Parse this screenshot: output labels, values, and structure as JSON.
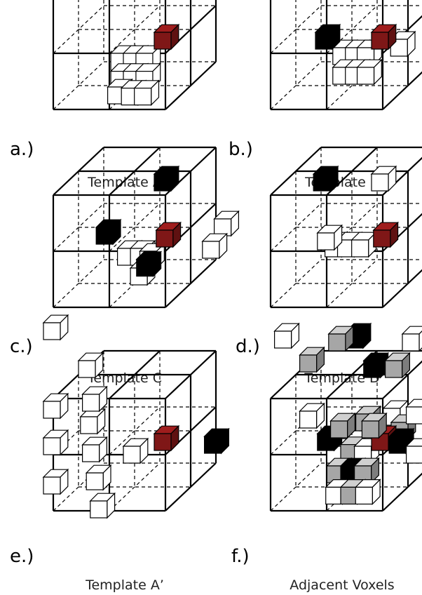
{
  "panels": [
    {
      "letter": "a.)",
      "caption": "Template A",
      "cubes": [
        {
          "fill": "white",
          "face": [
            0,
            0,
            2
          ],
          "u": 0.18,
          "v": 0.3
        },
        {
          "fill": "white",
          "face": [
            0,
            0,
            2
          ],
          "u": 0.5,
          "v": 0.3
        },
        {
          "fill": "white",
          "face": [
            0,
            0,
            2
          ],
          "u": 0.82,
          "v": 0.3
        },
        {
          "fill": "white",
          "face": [
            0,
            0,
            2
          ],
          "u": 0.18,
          "v": 0.62
        },
        {
          "fill": "white",
          "face": [
            0,
            0,
            2
          ],
          "u": 0.5,
          "v": 0.62
        },
        {
          "fill": "white",
          "face": [
            0,
            0,
            2
          ],
          "u": 0.82,
          "v": 0.62
        },
        {
          "fill": "white",
          "face": [
            0,
            0,
            2
          ],
          "u": 0.1,
          "v": 0.9
        },
        {
          "fill": "white",
          "face": [
            0,
            0,
            2
          ],
          "u": 0.45,
          "v": 0.92
        },
        {
          "fill": "white",
          "face": [
            0,
            0,
            2
          ],
          "u": 0.78,
          "v": 0.92
        },
        {
          "fill": "red",
          "face": [
            1,
            1,
            1
          ],
          "u": 0.5,
          "v": 0.5
        },
        {
          "fill": "black",
          "face": [
            1,
            2,
            1
          ],
          "u": 0.5,
          "v": 0.5
        }
      ]
    },
    {
      "letter": "b.)",
      "caption": "Template B",
      "cubes": [
        {
          "fill": "white",
          "face": [
            0,
            0,
            2
          ],
          "u": 0.3,
          "v": 0.2
        },
        {
          "fill": "white",
          "face": [
            0,
            0,
            2
          ],
          "u": 0.62,
          "v": 0.2
        },
        {
          "fill": "white",
          "face": [
            0,
            0,
            2
          ],
          "u": 0.92,
          "v": 0.2
        },
        {
          "fill": "white",
          "face": [
            0,
            0,
            2
          ],
          "u": 0.3,
          "v": 0.55
        },
        {
          "fill": "white",
          "face": [
            0,
            0,
            2
          ],
          "u": 0.62,
          "v": 0.55
        },
        {
          "fill": "white",
          "face": [
            0,
            0,
            2
          ],
          "u": 0.92,
          "v": 0.55
        },
        {
          "fill": "white",
          "face": [
            2,
            0,
            1
          ],
          "u": 0.6,
          "v": 0.6
        },
        {
          "fill": "white",
          "face": [
            2,
            1,
            1
          ],
          "u": 0.6,
          "v": 0.35
        },
        {
          "fill": "white",
          "face": [
            2,
            1,
            0
          ],
          "u": 0.2,
          "v": 0.2
        },
        {
          "fill": "black",
          "face": [
            0,
            1,
            1
          ],
          "u": 0.5,
          "v": 0.5
        },
        {
          "fill": "red",
          "face": [
            1,
            1,
            1
          ],
          "u": 0.5,
          "v": 0.5
        },
        {
          "fill": "black",
          "face": [
            1,
            2,
            1
          ],
          "u": 0.5,
          "v": 0.5
        }
      ]
    },
    {
      "letter": "c.)",
      "caption": "Template C",
      "cubes": [
        {
          "fill": "white",
          "face": [
            0,
            0,
            2
          ],
          "u": 0.35,
          "v": 0.25
        },
        {
          "fill": "white",
          "face": [
            0,
            0,
            2
          ],
          "u": 0.68,
          "v": 0.25
        },
        {
          "fill": "white",
          "face": [
            0,
            0,
            2
          ],
          "u": 0.92,
          "v": 0.3
        },
        {
          "fill": "white",
          "face": [
            0,
            0,
            2
          ],
          "u": 0.68,
          "v": 0.6
        },
        {
          "fill": "white",
          "face": [
            2,
            1,
            1
          ],
          "u": 0.6,
          "v": 0.3
        },
        {
          "fill": "white",
          "face": [
            2,
            1,
            1
          ],
          "u": 0.3,
          "v": 0.7
        },
        {
          "fill": "black",
          "face": [
            0,
            1,
            1
          ],
          "u": 0.45,
          "v": 0.45
        },
        {
          "fill": "red",
          "face": [
            1,
            1,
            1
          ],
          "u": 0.55,
          "v": 0.5
        },
        {
          "fill": "black",
          "face": [
            1,
            1,
            1
          ],
          "u": 0.05,
          "v": 1.02
        },
        {
          "fill": "black",
          "face": [
            1,
            2,
            1
          ],
          "u": 0.5,
          "v": 0.5
        }
      ]
    },
    {
      "letter": "d.)",
      "caption": "Template D",
      "cubes": [
        {
          "fill": "white",
          "face": [
            0,
            0,
            2
          ],
          "u": 0.1,
          "v": 0.1
        },
        {
          "fill": "white",
          "face": [
            0,
            0,
            2
          ],
          "u": 0.42,
          "v": 0.1
        },
        {
          "fill": "white",
          "face": [
            0,
            0,
            2
          ],
          "u": 0.78,
          "v": 0.1
        },
        {
          "fill": "white",
          "face": [
            2,
            1,
            1
          ],
          "u": 0.55,
          "v": 0.4
        },
        {
          "fill": "white",
          "face": [
            2,
            2,
            1
          ],
          "u": 0.5,
          "v": 0.55
        },
        {
          "fill": "white",
          "face": [
            0,
            1,
            1
          ],
          "u": 0.55,
          "v": 0.55
        },
        {
          "fill": "red",
          "face": [
            1,
            1,
            1
          ],
          "u": 0.55,
          "v": 0.5
        },
        {
          "fill": "black",
          "face": [
            0,
            2,
            1
          ],
          "u": 0.45,
          "v": 0.5
        },
        {
          "fill": "white",
          "face": [
            1,
            2,
            1
          ],
          "u": 0.5,
          "v": 0.5
        }
      ]
    },
    {
      "letter": "e.)",
      "caption": "Template A’",
      "cubes": [
        {
          "fill": "white",
          "face": [
            0,
            0,
            2
          ],
          "u": 0.5,
          "v": 0.15
        },
        {
          "fill": "white",
          "face": [
            0,
            0,
            1
          ],
          "u": 0.2,
          "v": 0.2
        },
        {
          "fill": "white",
          "face": [
            0,
            0,
            1
          ],
          "u": 0.3,
          "v": 0.7
        },
        {
          "fill": "white",
          "face": [
            0,
            1,
            1
          ],
          "u": 0.05,
          "v": 0.2
        },
        {
          "fill": "white",
          "face": [
            0,
            1,
            1
          ],
          "u": 0.1,
          "v": 0.7
        },
        {
          "fill": "white",
          "face": [
            0,
            1,
            0
          ],
          "u": -0.25,
          "v": 0.15
        },
        {
          "fill": "white",
          "face": [
            0,
            1,
            0
          ],
          "u": -0.25,
          "v": 0.85
        },
        {
          "fill": "white",
          "face": [
            0,
            2,
            1
          ],
          "u": 0.0,
          "v": 0.2
        },
        {
          "fill": "white",
          "face": [
            0,
            2,
            1
          ],
          "u": 0.1,
          "v": 0.8
        },
        {
          "fill": "white",
          "face": [
            0,
            2,
            0
          ],
          "u": -0.25,
          "v": 0.5
        },
        {
          "fill": "white",
          "face": [
            0,
            3,
            0
          ],
          "u": -0.25,
          "v": 0.1
        },
        {
          "fill": "red",
          "face": [
            1,
            1,
            1
          ],
          "u": 0.5,
          "v": 0.5
        },
        {
          "fill": "black",
          "face": [
            2,
            1,
            1
          ],
          "u": 0.35,
          "v": 0.55
        }
      ]
    },
    {
      "letter": "f.)",
      "caption": "Adjacent Voxels",
      "cubes": [
        {
          "fill": "white",
          "face": [
            0,
            0,
            2
          ],
          "u": 0.15,
          "v": 0.15
        },
        {
          "fill": "gray",
          "face": [
            0,
            0,
            2
          ],
          "u": 0.5,
          "v": 0.12
        },
        {
          "fill": "white",
          "face": [
            0,
            0,
            2
          ],
          "u": 0.85,
          "v": 0.15
        },
        {
          "fill": "gray",
          "face": [
            0,
            0,
            2
          ],
          "u": 0.15,
          "v": 0.5
        },
        {
          "fill": "black",
          "face": [
            0,
            0,
            2
          ],
          "u": 0.5,
          "v": 0.5
        },
        {
          "fill": "gray",
          "face": [
            0,
            0,
            2
          ],
          "u": 0.85,
          "v": 0.5
        },
        {
          "fill": "white",
          "face": [
            0,
            0,
            2
          ],
          "u": 0.12,
          "v": 0.88
        },
        {
          "fill": "gray",
          "face": [
            0,
            0,
            2
          ],
          "u": 0.5,
          "v": 0.88
        },
        {
          "fill": "white",
          "face": [
            0,
            0,
            2
          ],
          "u": 0.88,
          "v": 0.88
        },
        {
          "fill": "white",
          "face": [
            0,
            1,
            1
          ],
          "u": 0.1,
          "v": 0.1
        },
        {
          "fill": "gray",
          "face": [
            1,
            1,
            1
          ],
          "u": 0.1,
          "v": 0.15
        },
        {
          "fill": "white",
          "face": [
            1,
            1,
            1
          ],
          "u": 0.8,
          "v": 0.05
        },
        {
          "fill": "gray",
          "face": [
            1,
            1,
            1
          ],
          "u": 1.0,
          "v": 0.3
        },
        {
          "fill": "black",
          "face": [
            0,
            1,
            1
          ],
          "u": 0.55,
          "v": 0.5
        },
        {
          "fill": "red",
          "face": [
            1,
            1,
            1
          ],
          "u": 0.5,
          "v": 0.5
        },
        {
          "fill": "black",
          "face": [
            1,
            1,
            1
          ],
          "u": 0.95,
          "v": 0.55
        },
        {
          "fill": "gray",
          "face": [
            0,
            2,
            1
          ],
          "u": 0.1,
          "v": 0.1
        },
        {
          "fill": "black",
          "face": [
            1,
            2,
            1
          ],
          "u": 0.3,
          "v": 0.2
        },
        {
          "fill": "gray",
          "face": [
            1,
            2,
            1
          ],
          "u": 0.85,
          "v": 0.2
        },
        {
          "fill": "gray",
          "face": [
            2,
            2,
            1
          ],
          "u": 0.5,
          "v": 0.5
        },
        {
          "fill": "gray",
          "face": [
            1,
            2,
            0
          ],
          "u": 0.1,
          "v": 0.85
        },
        {
          "fill": "black",
          "face": [
            1,
            3,
            0
          ],
          "u": 0.5,
          "v": 0.25
        },
        {
          "fill": "gray",
          "face": [
            1,
            2,
            0
          ],
          "u": 0.9,
          "v": 0.85
        },
        {
          "fill": "white",
          "face": [
            0,
            3,
            0
          ],
          "u": 0.1,
          "v": 0.25
        },
        {
          "fill": "gray",
          "face": [
            1,
            3,
            0
          ],
          "u": 0.05,
          "v": 0.3
        },
        {
          "fill": "white",
          "face": [
            2,
            3,
            0
          ],
          "u": 0.5,
          "v": 0.3
        },
        {
          "fill": "white",
          "face": [
            2,
            1,
            0
          ],
          "u": 0.6,
          "v": 0.3
        },
        {
          "fill": "white",
          "face": [
            2,
            2,
            0
          ],
          "u": 0.6,
          "v": 0.6
        }
      ]
    }
  ],
  "colors": {
    "black": "#000000",
    "red": "#7f1717",
    "gray": "#a6a6a6",
    "white": "#ffffff",
    "line": "#000000"
  }
}
